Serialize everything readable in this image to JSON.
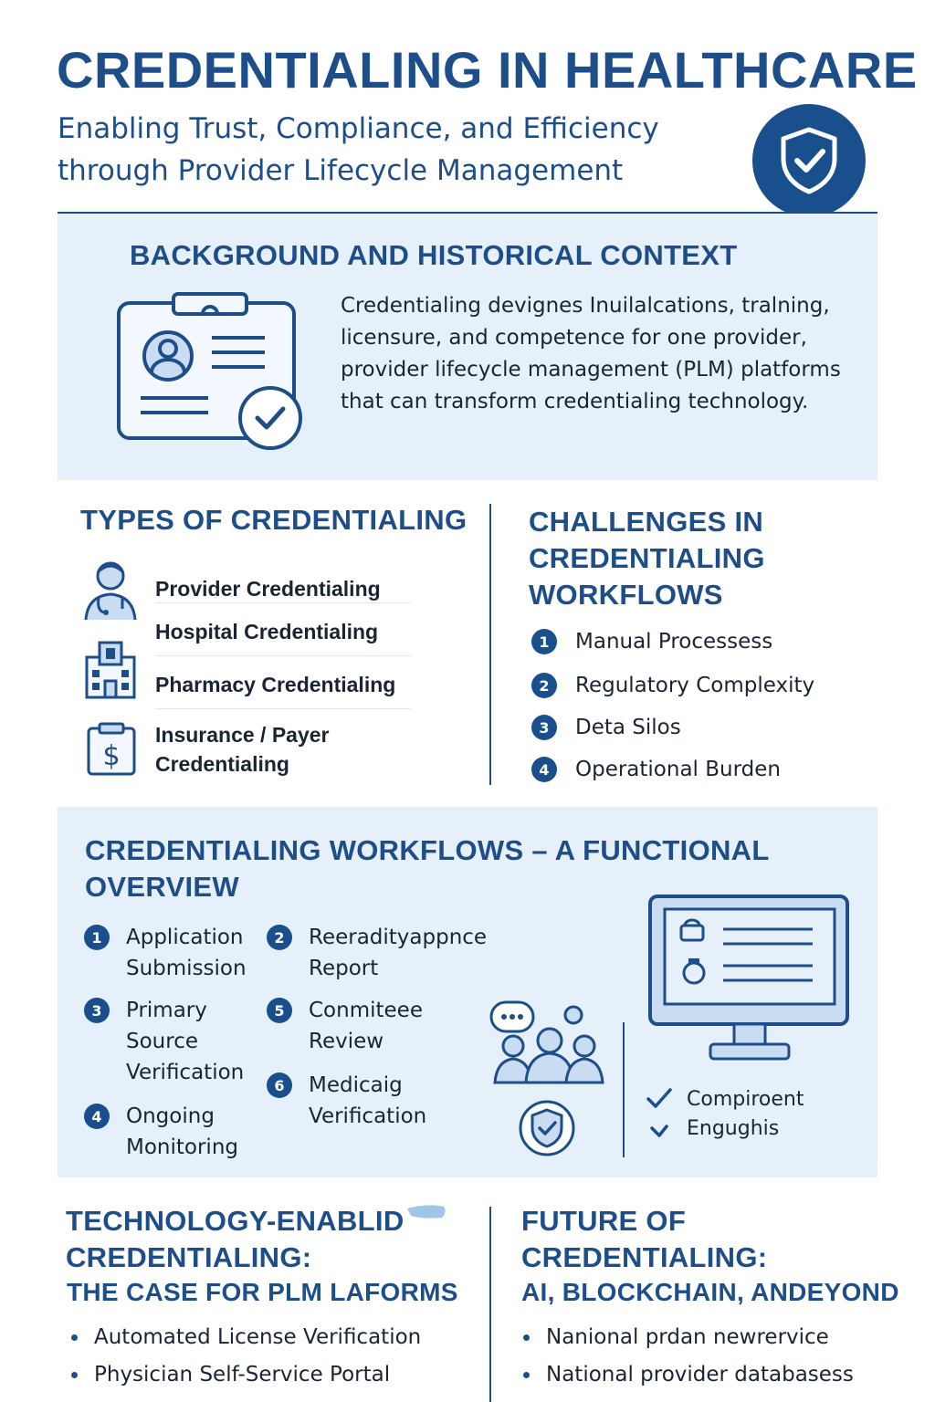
{
  "header": {
    "title": "CREDENTIALING IN HEALTHCARE",
    "subtitle_line1": "Enabling Trust, Compliance, and Efficiency",
    "subtitle_line2": "through Provider Lifecycle Management"
  },
  "background": {
    "heading": "BACKGROUND AND HISTORICAL CONTEXT",
    "text": "Credentialing devignes Inuilalcations, tralning, licensure, and competence for one provider, provider lifecycle management (PLM) platforms that can transform credentialing technology."
  },
  "types": {
    "heading": "TYPES OF CREDENTIALING",
    "items": [
      {
        "label": "Provider Credentialing",
        "icon": "doctor-icon"
      },
      {
        "label": "Hospital Credentialing",
        "icon": "hospital-icon"
      },
      {
        "label": "Pharmacy Credentialing",
        "icon": ""
      },
      {
        "label": "Insurance / Payer Credentialing",
        "icon": "dollar-document-icon"
      }
    ]
  },
  "challenges": {
    "heading": "CHALLENGES IN CREDENTIALING WORKFLOWS",
    "items": [
      {
        "num": "1",
        "label": "Manual Processess"
      },
      {
        "num": "2",
        "label": "Regulatory Complexity"
      },
      {
        "num": "3",
        "label": "Deta Silos"
      },
      {
        "num": "4",
        "label": "Operational Burden"
      }
    ]
  },
  "workflows": {
    "heading": "CREDENTIALING WORKFLOWS – A FUNCTIONAL OVERVIEW",
    "steps": [
      {
        "num": "1",
        "label": "Application Submission"
      },
      {
        "num": "2",
        "label": "Reeradityappnce Report"
      },
      {
        "num": "3",
        "label": "Primary Source Verification"
      },
      {
        "num": "5",
        "label": "Conmiteee Review"
      },
      {
        "num": "6",
        "label": "Medicaig Verification"
      },
      {
        "num": "4",
        "label": "Ongoing Monitoring"
      }
    ],
    "checks": [
      "Compiroent",
      "Engughis"
    ]
  },
  "technology": {
    "heading": "TECHNOLOGY-ENABLID CREDENTIALING:",
    "subheading": "THE CASE FOR PLM LAFORMS",
    "bullets": [
      "Automated License Verification",
      "Physician Self-Service Portal"
    ]
  },
  "future": {
    "heading": "FUTURE OF CREDENTIALING:",
    "subheading": "AI, BLOCKCHAIN, ANDEYOND",
    "bullets": [
      "Nanional prdan newrervice",
      "National provider databasess"
    ]
  },
  "colors": {
    "brand_blue": "#1d4e8a",
    "panel_blue": "#e6f0fb",
    "icon_fill": "#c9dcf2"
  }
}
